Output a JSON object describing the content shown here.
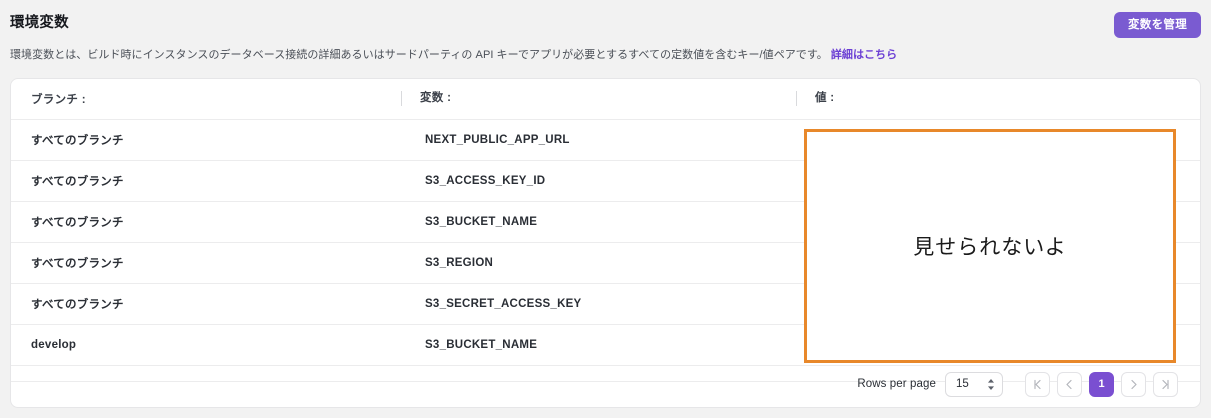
{
  "header": {
    "title": "環境変数",
    "description": "環境変数とは、ビルド時にインスタンスのデータベース接続の詳細あるいはサードパーティの API キーでアプリが必要とするすべての定数値を含むキー/値ペアです。",
    "doc_link": "詳細はこちら",
    "manage_button": "変数を管理",
    "accent_purple": "#7a5bd1"
  },
  "table": {
    "columns": [
      {
        "label": "ブランチ :",
        "key": "branch"
      },
      {
        "label": "変数 :",
        "key": "variable"
      },
      {
        "label": "値 :",
        "key": "value"
      }
    ],
    "rows": [
      {
        "branch": "すべてのブランチ",
        "variable": "NEXT_PUBLIC_APP_URL",
        "value": ""
      },
      {
        "branch": "すべてのブランチ",
        "variable": "S3_ACCESS_KEY_ID",
        "value": ""
      },
      {
        "branch": "すべてのブランチ",
        "variable": "S3_BUCKET_NAME",
        "value": ""
      },
      {
        "branch": "すべてのブランチ",
        "variable": "S3_REGION",
        "value": ""
      },
      {
        "branch": "すべてのブランチ",
        "variable": "S3_SECRET_ACCESS_KEY",
        "value": ""
      },
      {
        "branch": "develop",
        "variable": "S3_BUCKET_NAME",
        "value": ""
      }
    ]
  },
  "pagination": {
    "rows_per_page_label": "Rows per page",
    "rows_per_page_value": "15",
    "stepper_icon": "stepper-updown-icon",
    "first_page_icon": "|<",
    "prev_page_icon": "<",
    "current_page": "1",
    "next_page_icon": ">",
    "last_page_icon": ">|"
  },
  "overlay": {
    "text": "見せられないよ",
    "border_color": "#e8882a"
  }
}
